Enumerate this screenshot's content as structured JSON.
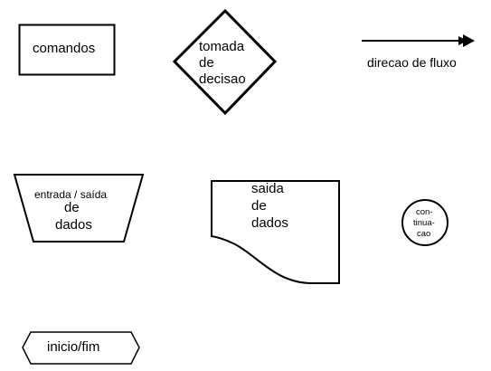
{
  "colors": {
    "stroke": "#000000",
    "background": "#ffffff",
    "text": "#000000"
  },
  "symbols": {
    "process": {
      "label": "comandos"
    },
    "decision": {
      "lines": [
        "tomada",
        "de",
        "decisao"
      ]
    },
    "flow": {
      "label": "direcao de fluxo"
    },
    "io": {
      "line1": "entrada / saída",
      "line2": "de",
      "line3": "dados"
    },
    "document": {
      "lines": [
        "saida",
        "de",
        "dados"
      ]
    },
    "connector": {
      "lines": [
        "con-",
        "tinua-",
        "cao"
      ]
    },
    "terminator": {
      "label": "inicio/fim"
    }
  }
}
